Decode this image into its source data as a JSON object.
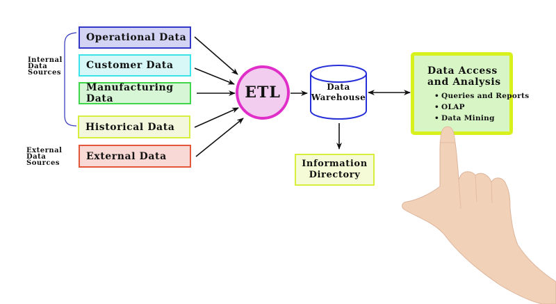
{
  "diagram": {
    "groups": {
      "internal": [
        "Internal",
        "Data",
        "Sources"
      ],
      "external": [
        "External",
        "Data",
        "Sources"
      ]
    },
    "sources": [
      {
        "label": "Operational Data",
        "border": "#3337c8",
        "fill": "#d3d3f4"
      },
      {
        "label": "Customer Data",
        "border": "#39e3e8",
        "fill": "#d8f8f8"
      },
      {
        "label": "Manufacturing Data",
        "border": "#3fd64a",
        "fill": "#d6f6d6"
      },
      {
        "label": "Historical Data",
        "border": "#d9ee3c",
        "fill": "#f3f8dc"
      },
      {
        "label": "External Data",
        "border": "#e4563a",
        "fill": "#f9d9d6"
      }
    ],
    "etl": {
      "label": "ETL",
      "border": "#e02fc9",
      "fill": "#f3cdf0"
    },
    "warehouse": {
      "lines": [
        "Data",
        "Warehouse"
      ],
      "border": "#2730d8"
    },
    "info_directory": {
      "lines": [
        "Information",
        "Directory"
      ]
    },
    "access": {
      "title_lines": [
        "Data Access",
        "and Analysis"
      ],
      "items": [
        "Queries and Reports",
        "OLAP",
        "Data Mining"
      ]
    },
    "colors": {
      "bracket": "#3a3fc0",
      "arrow": "#111111",
      "skin": "#f1d1b8"
    }
  }
}
